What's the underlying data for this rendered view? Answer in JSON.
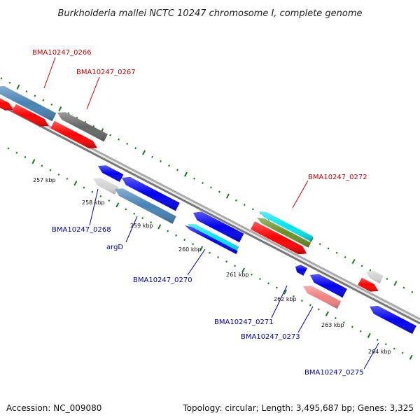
{
  "title": "Burkholderia mallei NCTC 10247 chromosome I, complete genome",
  "footer": {
    "accession": "Accession: NC_009080",
    "summary": "Topology: circular; Length: 3,495,687 bp; Genes: 3,325"
  },
  "colors": {
    "forward_label": "#cc0000",
    "reverse_label": "#0000aa",
    "red": "#ff0000",
    "blue": "#0000ee",
    "steelblue": "#4682b4",
    "gray": "#666666",
    "lightgray": "#d3d3d3",
    "cyan": "#00e5ee",
    "olive": "#6b8e23",
    "salmon": "#f08080",
    "backbone": "#888888",
    "tick": "#1a7a1a"
  },
  "ticks": [
    {
      "label": "257 kbp"
    },
    {
      "label": "258 kbp"
    },
    {
      "label": "259 kbp"
    },
    {
      "label": "260 kbp"
    },
    {
      "label": "261 kbp"
    },
    {
      "label": "262 kbp"
    },
    {
      "label": "263 kbp"
    },
    {
      "label": "264 kbp"
    }
  ],
  "gene_labels": {
    "g0266": "BMA10247_0266",
    "g0267": "BMA10247_0267",
    "g0272": "BMA10247_0272",
    "g0268": "BMA10247_0268",
    "argD": "argD",
    "g0270": "BMA10247_0270",
    "g0271": "BMA10247_0271",
    "g0273": "BMA10247_0273",
    "g0275": "BMA10247_0275"
  }
}
